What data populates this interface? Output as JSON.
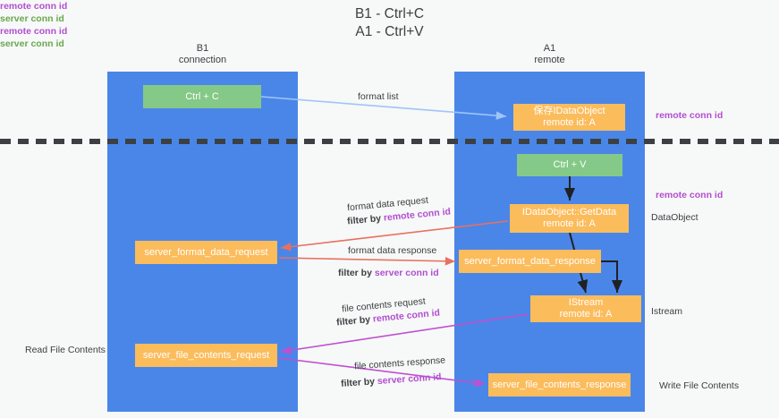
{
  "title": "B1 - Ctrl+C\nA1 - Ctrl+V",
  "lanes": [
    {
      "id": "b1",
      "title": "B1\nconnection",
      "color": "#4a86e8"
    },
    {
      "id": "a1",
      "title": "A1\nremote",
      "color": "#4a86e8"
    }
  ],
  "nodes": {
    "ctrl_c": "Ctrl + C",
    "idataobject": "保存IDataObject\nremote id: A",
    "ctrl_v": "Ctrl + V",
    "getdata": "IDataObject::GetData\nremote id: A",
    "server_format_data_request": "server_format_data_request",
    "server_format_data_response": "server_format_data_response",
    "istream": "IStream\nremote id: A",
    "server_file_contents_request": "server_file_contents_request",
    "server_file_contents_response": "server_file_contents_response"
  },
  "edge_labels": {
    "format_list": "format list",
    "format_data_request": "format data request",
    "filter_by": "filter by",
    "remote_conn_id": "remote conn id",
    "format_data_response": "format data response",
    "server_conn_id": "server conn id",
    "file_contents_request": "file contents request",
    "file_contents_response": "file contents response"
  },
  "annotations": {
    "remote_conn_id_top": "remote conn id",
    "remote_conn_id_mid": "remote conn id",
    "dataobject": "DataObject",
    "istream": "Istream",
    "write_file_contents": "Write File Contents",
    "read_file_contents": "Read File Contents",
    "left_remote_conn_id": "remote conn id",
    "left_server_conn_id": "server conn id",
    "left_remote_conn_id_2": "remote conn id",
    "left_server_conn_id_2": "server conn id"
  },
  "colors": {
    "lane": "#4a86e8",
    "green_node": "#84c987",
    "orange_node": "#fbbc5c",
    "purple_text": "#b24fd0",
    "green_text": "#6aa84f",
    "red_arrow": "#e8705f",
    "magenta_arrow": "#c050d0",
    "blue_arrow": "#9fc5f8",
    "dark_arrow": "#202124",
    "background": "#f7f8f8"
  }
}
